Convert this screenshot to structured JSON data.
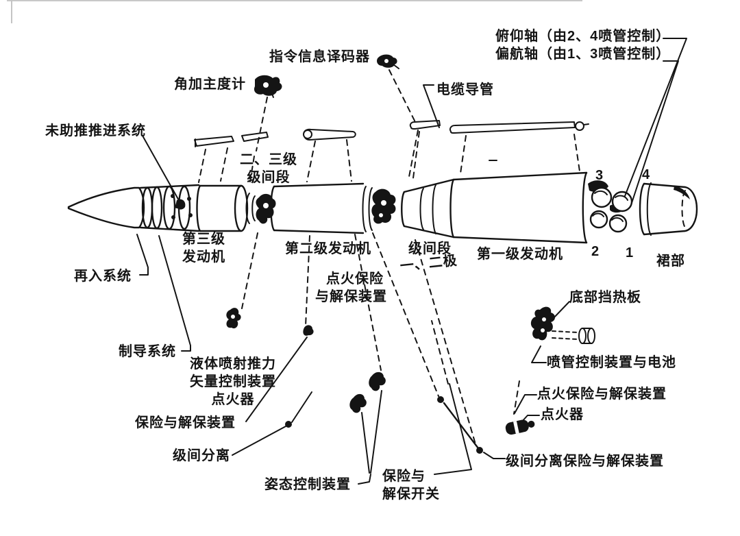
{
  "figure": {
    "background": "#ffffff",
    "ink": "#141414",
    "labels": {
      "pitch_axis": "俯仰轴（由2、4喷管控制）",
      "yaw_axis": "偏航轴（由1、3喷管控制）",
      "command_decoder": "指令信息译码器",
      "angular_accelerometer": "角加主度计",
      "post_boost_propulsion": "未助推推进系统",
      "cable_conduit": "电缆导管",
      "stage23_interstage_line1": "二、三级",
      "stage23_interstage_line2": "级间段",
      "third_stage_line1": "第三级",
      "third_stage_line2": "发动机",
      "second_stage": "第二级发动机",
      "interstage12_line1": "级间段",
      "interstage12_line2": "一、二极",
      "first_stage": "第一级发动机",
      "nozzle_3": "3",
      "nozzle_4": "4",
      "nozzle_2": "2",
      "nozzle_1": "1",
      "skirt": "裙部",
      "reentry_system": "再入系统",
      "guidance_system": "制导系统",
      "litvc_line1": "液体喷射推力",
      "litvc_line2": "矢量控制装置",
      "litvc_line3": "点火器",
      "ignition_safe_arm_line1": "点火保险",
      "ignition_safe_arm_line2": "与解保装置",
      "safe_arm_device": "保险与解保装置",
      "interstage_separation": "级间分离",
      "attitude_control": "姿态控制装置",
      "safe_arm_switch_line1": "保险与",
      "safe_arm_switch_line2": "解保开关",
      "bottom_heat_shield": "底部挡热板",
      "nozzle_control_battery": "喷管控制装置与电池",
      "ignition_safe_arm_right": "点火保险与解保装置",
      "igniter_right": "点火器",
      "interstage_sep_safe_arm": "级间分离保险与解保装置"
    }
  }
}
